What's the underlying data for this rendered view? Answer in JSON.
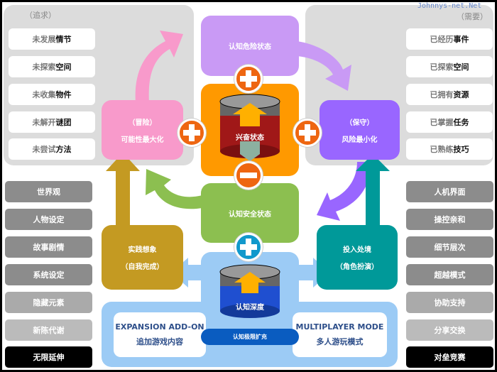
{
  "watermark": "Johnnys-net.Net",
  "left_panel": {
    "title": "（追求）",
    "items": [
      {
        "prefix": "未发展",
        "key": "情节"
      },
      {
        "prefix": "未探索",
        "key": "空间"
      },
      {
        "prefix": "未收集",
        "key": "物件"
      },
      {
        "prefix": "未解开",
        "key": "谜团"
      },
      {
        "prefix": "未尝试",
        "key": "方法"
      }
    ]
  },
  "right_panel": {
    "title": "（需要）",
    "items": [
      {
        "prefix": "已经历",
        "key": "事件"
      },
      {
        "prefix": "已探索",
        "key": "空间"
      },
      {
        "prefix": "已拥有",
        "key": "资源"
      },
      {
        "prefix": "已掌握",
        "key": "任务"
      },
      {
        "prefix": "已熟练",
        "key": "技巧"
      }
    ]
  },
  "left_buttons": [
    "世界观",
    "人物设定",
    "故事剧情",
    "系统设定",
    "隐藏元素",
    "新陈代谢",
    "无限延伸"
  ],
  "right_buttons": [
    "人机界面",
    "操控亲和",
    "细节层次",
    "超越模式",
    "协助支持",
    "分享交换",
    "对垒竞赛"
  ],
  "nodes": {
    "danger": "认知危险状态",
    "excite": "兴奋状态",
    "safe": "认知安全状态",
    "depth": "认知深度",
    "limit": "认知极限扩充",
    "adventure": {
      "line1": "（冒险）",
      "line2": "可能性最大化"
    },
    "conserve": {
      "line1": "（保守）",
      "line2": "风险最小化"
    },
    "practice": {
      "line1": "实践想象",
      "line2": "（自我完成）"
    },
    "immerse": {
      "line1": "投入处境",
      "line2": "（角色扮演）"
    },
    "expansion": {
      "line1": "EXPANSION ADD-ON",
      "line2": "追加游戏内容"
    },
    "multiplayer": {
      "line1": "MULTIPLAYER MODE",
      "line2": "多人游玩模式"
    }
  },
  "colors": {
    "purple": "#c99af5",
    "orange": "#ff9900",
    "green": "#8cbf50",
    "lightblue": "#9ccbf5",
    "pink": "#f89acb",
    "violet": "#9966ff",
    "mustard": "#c49a22",
    "teal": "#009999",
    "plus": "#ee6611",
    "bluePlus": "#1199cc"
  }
}
